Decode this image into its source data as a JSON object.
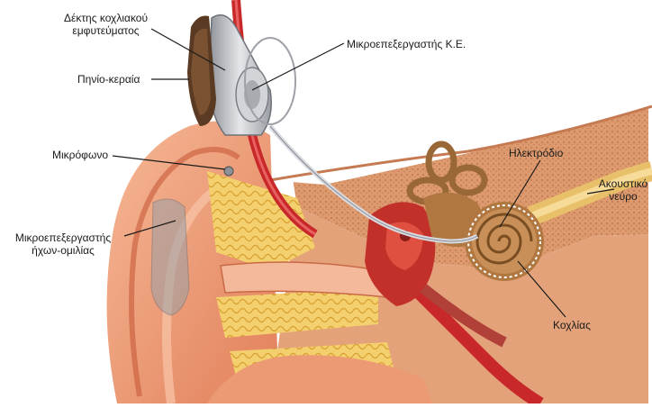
{
  "labels": {
    "receiver": [
      "Δέκτης κοχλιακού",
      "εμφυτεύματος"
    ],
    "coil": "Πηνίο-κεραία",
    "microphone": "Μικρόφωνο",
    "speech_processor": [
      "Μικροεπεξεργαστής",
      "ήχων-ομιλίας"
    ],
    "receiver_processor": "Μικροεπεξεργαστής Κ.Ε.",
    "electrode": "Ηλεκτρόδιο",
    "nerve": [
      "Ακουστικό",
      "νεύρο"
    ],
    "cochlea": "Κοχλίας"
  },
  "colors": {
    "skin": "#f0a07a",
    "skin_dark": "#d0603e",
    "tissue": "#d98a5a",
    "fat": "#f2c860",
    "bone": "#d9956a",
    "vessel": "#c8282a",
    "nerve": "#e8c06a",
    "device": "#b9bcc2",
    "cochlea": "#b07840"
  }
}
